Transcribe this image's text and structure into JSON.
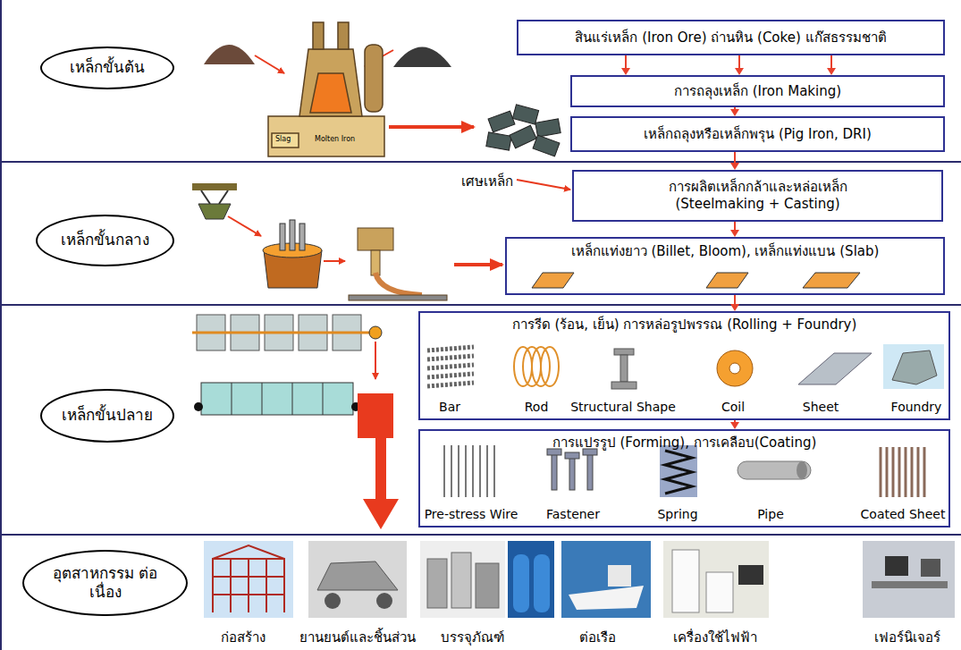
{
  "diagram": {
    "nodes": [
      {
        "text": [
          "เหล็กขั้นต้น"
        ]
      },
      {
        "text": [
          "สินแร่เหล็ก (Iron Ore) ถ่านหิน (Coke) แก๊สธรรมชาติ"
        ]
      },
      {
        "text": [
          "การถลุงเหล็ก (Iron Making)"
        ]
      },
      {
        "text": [
          "เหล็กถลุงหรือเหล็กพรุน (Pig Iron, DRI)"
        ]
      },
      {
        "text": [
          "เหล็กขั้นกลาง"
        ]
      },
      {
        "text": [
          "การผลิตเหล็กกล้าและหล่อเหล็ก (Steelmaking + Casting)"
        ]
      },
      {
        "text": [
          "เหล็กแท่งยาว (Billet, Bloom), เหล็กแท่งแบน (Slab)"
        ]
      },
      {
        "text": [
          "เหล็กขั้นปลาย"
        ]
      },
      {
        "text": [
          "การรีด (ร้อน, เย็น) การหล่อรูปพรรณ (Rolling + Foundry)",
          "Bar",
          "Rod",
          "Structural Shape",
          "Coil",
          "Sheet",
          "Foundry"
        ]
      },
      {
        "text": [
          "การแปรรูป (Forming), การเคลือบ(Coating)",
          "Pre-stress Wire",
          "Fastener",
          "Spring",
          "Pipe",
          "Coated Sheet"
        ]
      },
      {
        "text": [
          "อุตสาหกรรม ต่อเนื่อง"
        ]
      }
    ],
    "edges": [
      {
        "from": 1,
        "to": 2,
        "arrow": "to"
      },
      {
        "from": 1,
        "to": 2,
        "arrow": "to"
      },
      {
        "from": 1,
        "to": 2,
        "arrow": "to"
      },
      {
        "from": 2,
        "to": 3,
        "arrow": "to"
      },
      {
        "from": 3,
        "to": 5,
        "arrow": "to"
      },
      {
        "from": 5,
        "to": 6,
        "arrow": "to"
      },
      {
        "from": 6,
        "to": 8,
        "arrow": "to"
      },
      {
        "from": 8,
        "to": 9,
        "arrow": "to"
      }
    ],
    "labels": [
      "Slag",
      "Molten Iron",
      "เศษเหล็ก",
      "ก่อสร้าง",
      "ยานยนต์และชิ้นส่วน",
      "บรรจุภัณฑ์",
      "ต่อเรือ",
      "เครื่องใช้ไฟฟ้า",
      "เฟอร์นิเจอร์"
    ]
  }
}
